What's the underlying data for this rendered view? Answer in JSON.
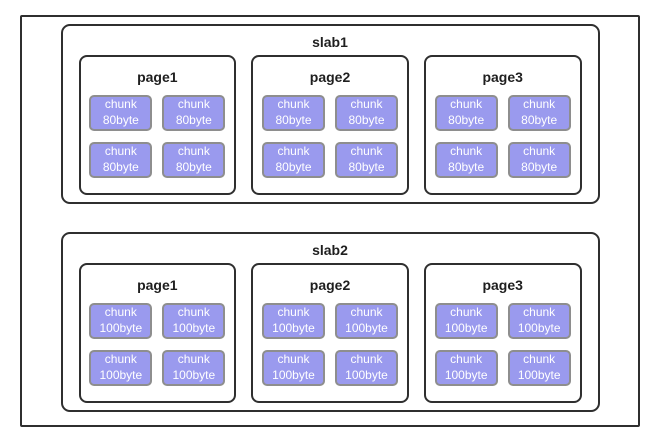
{
  "colors": {
    "background": "#ffffff",
    "box_border": "#2f2f2f",
    "label_text": "#1f1f1f",
    "chunk_fill": "#9a9aee",
    "chunk_border": "#8e8e8e",
    "chunk_text": "#ffffff"
  },
  "slabs": [
    {
      "label": "slab1",
      "pages": [
        {
          "label": "page1",
          "chunks": [
            "chunk\n80byte",
            "chunk\n80byte",
            "chunk\n80byte",
            "chunk\n80byte"
          ]
        },
        {
          "label": "page2",
          "chunks": [
            "chunk\n80byte",
            "chunk\n80byte",
            "chunk\n80byte",
            "chunk\n80byte"
          ]
        },
        {
          "label": "page3",
          "chunks": [
            "chunk\n80byte",
            "chunk\n80byte",
            "chunk\n80byte",
            "chunk\n80byte"
          ]
        }
      ]
    },
    {
      "label": "slab2",
      "pages": [
        {
          "label": "page1",
          "chunks": [
            "chunk\n100byte",
            "chunk\n100byte",
            "chunk\n100byte",
            "chunk\n100byte"
          ]
        },
        {
          "label": "page2",
          "chunks": [
            "chunk\n100byte",
            "chunk\n100byte",
            "chunk\n100byte",
            "chunk\n100byte"
          ]
        },
        {
          "label": "page3",
          "chunks": [
            "chunk\n100byte",
            "chunk\n100byte",
            "chunk\n100byte",
            "chunk\n100byte"
          ]
        }
      ]
    }
  ]
}
